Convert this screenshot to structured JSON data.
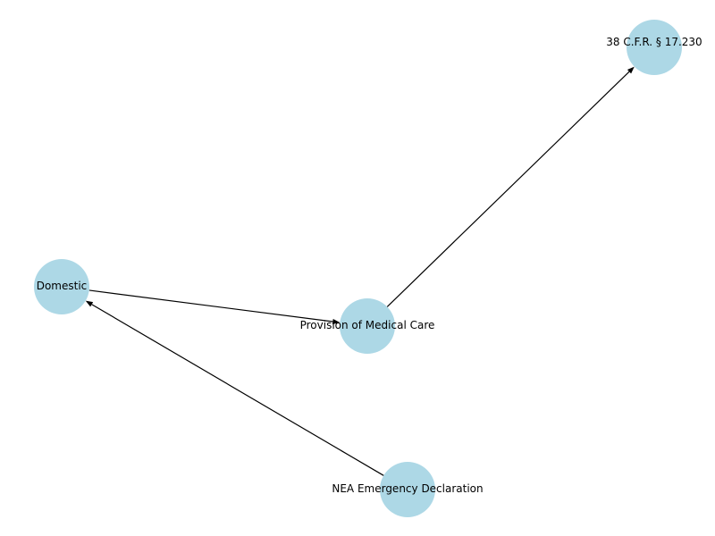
{
  "graph": {
    "node_color": "#add8e6",
    "edge_color": "#000000",
    "nodes": [
      {
        "id": "cfr",
        "label": "38 C.F.R. § 17.230"
      },
      {
        "id": "domestic",
        "label": "Domestic"
      },
      {
        "id": "medical",
        "label": "Provision of Medical Care"
      },
      {
        "id": "nea",
        "label": "NEA Emergency Declaration"
      }
    ],
    "edges": [
      {
        "from": "domestic",
        "to": "medical"
      },
      {
        "from": "medical",
        "to": "cfr"
      },
      {
        "from": "nea",
        "to": "domestic"
      }
    ]
  }
}
